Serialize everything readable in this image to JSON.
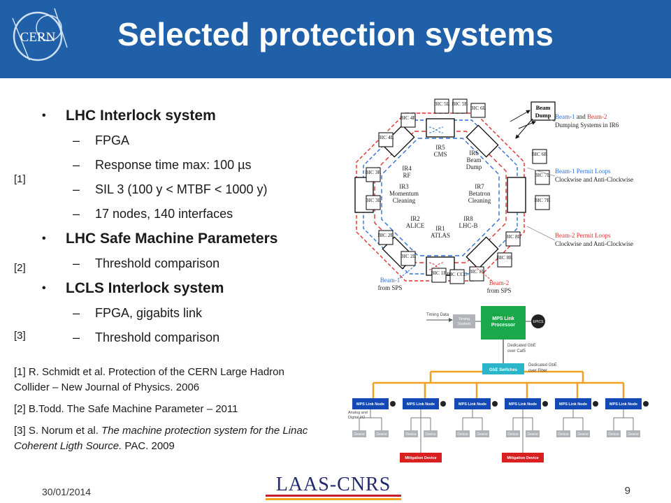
{
  "header": {
    "title": "Selected protection systems",
    "logo_text": "CERN"
  },
  "bullets": [
    {
      "label": "LHC Interlock system",
      "items": [
        "FPGA",
        "Response time max: 100 µs",
        "SIL 3 (100 y < MTBF < 1000 y)",
        "17 nodes, 140 interfaces"
      ]
    },
    {
      "label": "LHC Safe Machine Parameters",
      "items": [
        "Threshold comparison"
      ]
    },
    {
      "label": "LCLS Interlock system",
      "items": [
        "FPGA, gigabits link",
        "Threshold comparison"
      ]
    }
  ],
  "ref_marks": [
    "[1]",
    "[2]",
    "[3]"
  ],
  "references": {
    "r1": "[1] R. Schmidt et al. Protection of the CERN Large Hadron Collider – New Journal of Physics. 2006",
    "r2": "[2] B.Todd. The Safe Machine Parameter – 2011",
    "r3_prefix": "[3] S. Norum et al. ",
    "r3_italic": "The machine protection system for the Linac Coherent Ligth Source.",
    "r3_suffix": " PAC. 2009"
  },
  "footer": {
    "date": "30/01/2014",
    "page": "9",
    "logo_text": "LAAS-CNRS"
  },
  "lhc_diagram": {
    "bic_labels": [
      "BIC 5L",
      "BIC 5R",
      "BIC 6L",
      "BIC 4R",
      "BIC 4L",
      "BIC 6R",
      "BIC 3R",
      "BIC 7L",
      "BIC 3L",
      "BIC 7R",
      "BIC 2R",
      "BIC 8L",
      "BIC 2L",
      "BIC 8R",
      "BIC 1R",
      "BIC CCC",
      "BIC 1L"
    ],
    "ir_labels": {
      "ir5": "IR5",
      "ir5b": "CMS",
      "ir4": "IR4",
      "ir4b": "RF",
      "ir6": "IR6",
      "ir6b": "Beam",
      "ir6c": "Dump",
      "ir3": "IR3",
      "ir3b": "Momentum",
      "ir3c": "Cleaning",
      "ir7": "IR7",
      "ir7b": "Betatron",
      "ir7c": "Cleaning",
      "ir2": "IR2",
      "ir2b": "ALICE",
      "ir8": "IR8",
      "ir8b": "LHC-B",
      "ir1": "IR1",
      "ir1b": "ATLAS"
    },
    "beam_dump": [
      "Beam",
      "Dump"
    ],
    "legend1_a": "Beam-1",
    "legend1_and": " and ",
    "legend1_b": "Beam-2",
    "legend1_line2": "Dumping Systems in IR6",
    "legend2_line1": "Beam-1 Permit Loops",
    "legend2_line2": "Clockwise and Anti-Clockwise",
    "legend3_line1": "Beam-2 Permit Loops",
    "legend3_line2": "Clockwise and Anti-Clockwise",
    "beam1_sps": [
      "Beam-1",
      "from SPS"
    ],
    "beam2_sps": [
      "Beam-2",
      "from SPS"
    ],
    "colors": {
      "beam1": "#2f6fd6",
      "beam2": "#e03030"
    }
  },
  "lcls_diagram": {
    "timing_data": "Timing Data",
    "timing_system": [
      "Timing",
      "System"
    ],
    "processor": [
      "MPS Link",
      "Processor"
    ],
    "epics": "EPICS",
    "gbe_cat5": [
      "Dedicated GbE",
      "over Cat5"
    ],
    "gbe_switches": "GbE Switches",
    "gbe_fiber": [
      "Dedicated GbE",
      "over Fiber"
    ],
    "link_node": "MPS Link Node",
    "analog_io": [
      "Analog and",
      "Digital I/O"
    ],
    "device": "Device",
    "mitigation": "Mitigation Device",
    "colors": {
      "processor": "#1aa84a",
      "switch": "#2ab5c8",
      "node": "#1448b4",
      "mitigation": "#d82020",
      "link": "#f0a020"
    }
  }
}
